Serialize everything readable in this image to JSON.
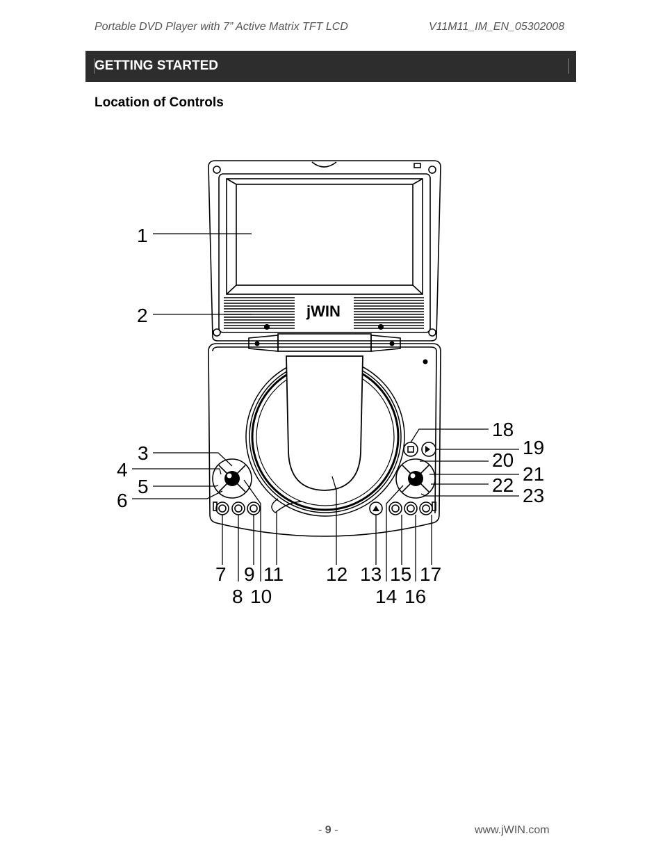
{
  "header": {
    "left": "Portable DVD Player with 7” Active Matrix TFT LCD",
    "right": "V11M11_IM_EN_05302008"
  },
  "section": {
    "title": "GETTING STARTED"
  },
  "subheading": "Location of Controls",
  "diagram": {
    "brand": "jWIN",
    "callouts": [
      "1",
      "2",
      "3",
      "4",
      "5",
      "6",
      "7",
      "8",
      "9",
      "10",
      "11",
      "12",
      "13",
      "14",
      "15",
      "16",
      "17",
      "18",
      "19",
      "20",
      "21",
      "22",
      "23"
    ]
  },
  "footer": {
    "page_prefix": "- ",
    "page": "9",
    "page_suffix": " -",
    "url": "www.jWIN.com"
  }
}
